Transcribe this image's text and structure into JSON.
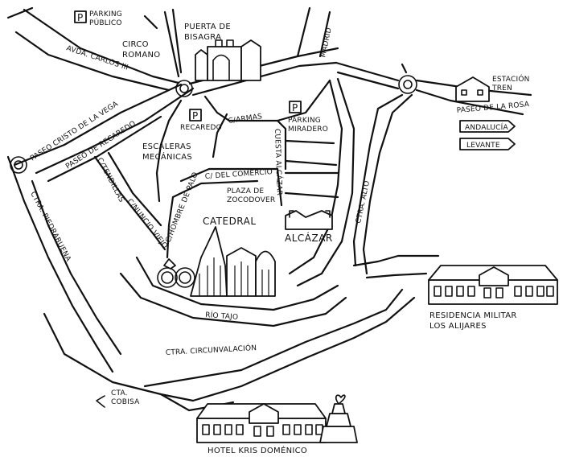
{
  "labels": {
    "parking_publico": [
      "PARKING",
      "PÚBLICO"
    ],
    "circo_romano": [
      "CIRCO",
      "ROMANO"
    ],
    "puerta_bisagra": [
      "PUERTA DE",
      "BISAGRA"
    ],
    "madrid": "MADRID",
    "estacion_tren": [
      "ESTACIÓN",
      "TREN"
    ],
    "avda_carlos": "AVDA. CARLOS III",
    "paseo_cristo": "PASEO CRISTO DE LA VEGA",
    "paseo_recaredo": "PASEO DE RECAREDO",
    "recaredo": "RECAREDO",
    "c_armas": "C/ARMAS",
    "parking_miradero": [
      "PARKING",
      "MIRADERO"
    ],
    "paseo_rosa": "PASEO DE LA ROSA",
    "andalucia": "ANDALUCÍA",
    "levante": "LEVANTE",
    "escaleras": [
      "ESCALERAS",
      "MECÁNICAS"
    ],
    "cuesta_alcazar": "CUESTA ALCÁZAR",
    "c_tendillas": "C/TENDILLAS",
    "c_comercio": "C/ DEL COMERCIO",
    "c_hombre_palo": "C/HOMBRE DE PALO",
    "c_nuncio": "C/NUNCIO VIEJO",
    "plaza_zocodover": [
      "PLAZA DE",
      "ZOCODOVER"
    ],
    "catedral": "CATEDRAL",
    "alcazar": "ALCÁZAR",
    "ctra_alto": "CTRA. ALTO",
    "ctra_piedrabuena": "CTRA. PIEDRABUENA",
    "rio_tajo": "RÍO TAJO",
    "residencia": [
      "RESIDENCIA MILITAR",
      "LOS ALIJARES"
    ],
    "circunvalacion": "CTRA. CIRCUNVALACIÓN",
    "cobisa": [
      "CTA.",
      "COBISA"
    ],
    "hotel": "HOTEL KRIS DOMÉNICO",
    "parking_symbol": "P"
  },
  "icons": [
    "parking-icon",
    "bridge-icon",
    "train-station-icon",
    "direction-arrow-icon",
    "castle-icon",
    "cathedral-icon",
    "wedding-rings-icon",
    "building-icon",
    "wedding-cake-icon"
  ],
  "colors": {
    "ink": "#111111",
    "paper": "#ffffff"
  }
}
